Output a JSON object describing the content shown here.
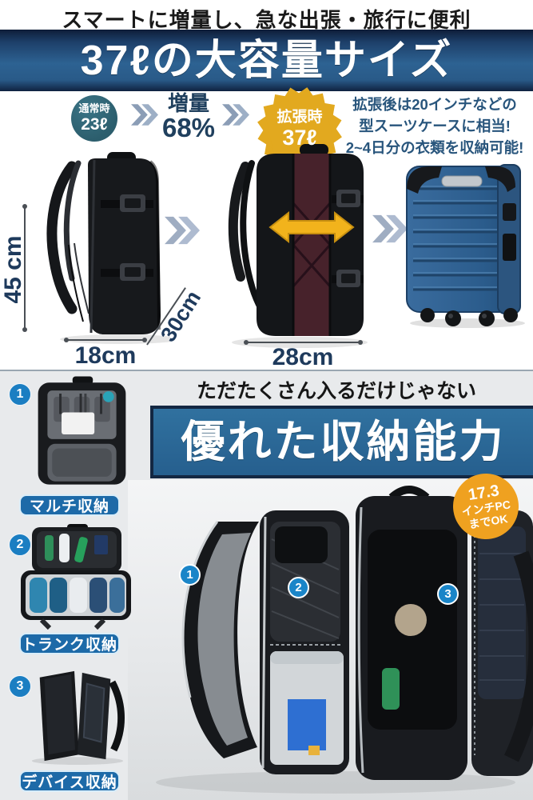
{
  "header": {
    "tagline": "スマートに増量し、急な出張・旅行に便利",
    "title": "37ℓの大容量サイズ"
  },
  "capacity": {
    "normal": {
      "label": "通常時",
      "value": "23ℓ"
    },
    "increase": {
      "label": "増量",
      "value": "68%"
    },
    "expanded": {
      "label": "拡張時",
      "value": "37ℓ"
    },
    "note": {
      "line1": "拡張後は20インチなどの",
      "line2": "型スーツケースに相当!",
      "line3": "2~4日分の衣類を収納可能!"
    }
  },
  "dimensions": {
    "height": "45 cm",
    "width": "18cm",
    "depth": "30cm",
    "expanded_width": "28cm"
  },
  "storage": {
    "tagline": "ただたくさん入るだけじゃない",
    "title": "優れた収納能力",
    "pc_badge": {
      "line1": "17.3",
      "line2": "インチPC",
      "line3": "までOK"
    },
    "features": [
      {
        "number": "1",
        "label": "マルチ収納"
      },
      {
        "number": "2",
        "label": "トランク収納"
      },
      {
        "number": "3",
        "label": "デバイス収納"
      }
    ]
  },
  "colors": {
    "banner_navy": "#2d6292",
    "storage_banner_blue": "#2b6a9b",
    "accent_gold": "#e2a91f",
    "normal_badge_teal": "#2c5e6d",
    "marker_blue": "#1a85c8",
    "pc_badge_orange": "#efa120",
    "dimension_text": "#1e3a5c"
  }
}
